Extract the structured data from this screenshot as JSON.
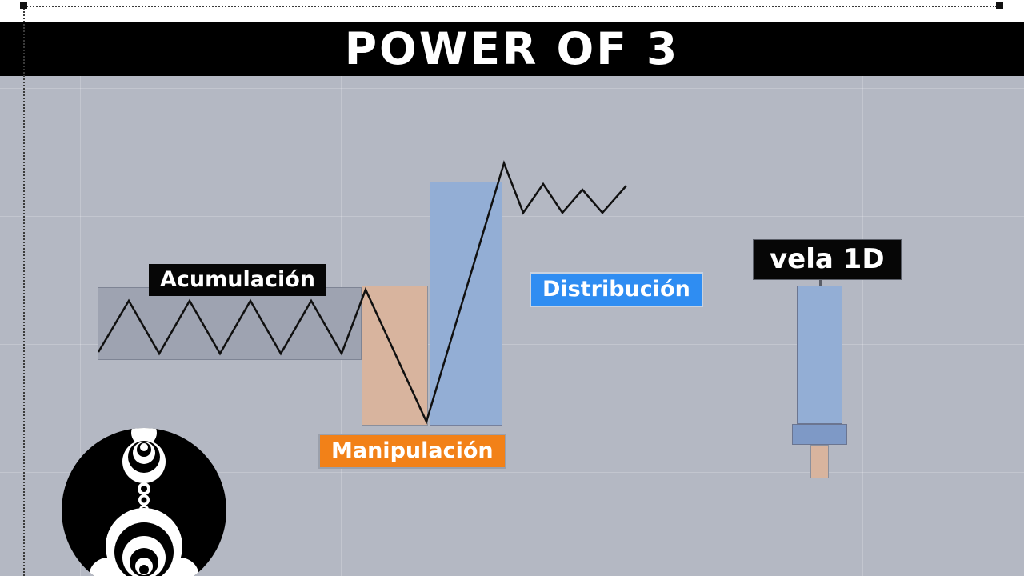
{
  "slide": {
    "title": "POWER OF 3"
  },
  "diagram": {
    "accumulation_label": "Acumulación",
    "manipulation_label": "Manipulación",
    "distribution_label": "Distribución",
    "candle_label": "vela 1D"
  },
  "icons": {
    "logo": "fractal-spheres-logo",
    "guides": "slide-edit-dotted-guides"
  },
  "colors": {
    "background": "#b4b8c3",
    "banner": "#000000",
    "accumulation_box": "#9ea3b1",
    "manipulation_box": "#d8b49e",
    "distribution_box": "#93aed5",
    "black_badge": "#060606",
    "manipulation_badge": "#f28118",
    "distribution_badge": "#2f8df2",
    "candle_body": "#93aed5",
    "candle_band": "#7e99c6",
    "candle_wick": "#d8b49e",
    "price_line": "#101010"
  }
}
